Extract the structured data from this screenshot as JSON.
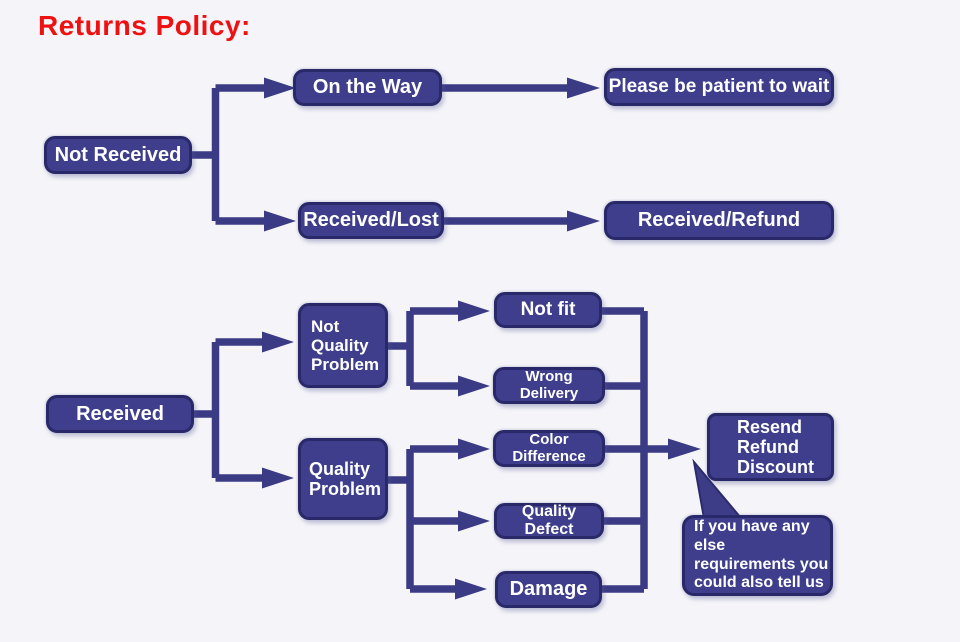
{
  "title": "Returns Policy:",
  "colors": {
    "title_red": "#ee1111",
    "node_fill": "#3e3e8c",
    "node_border": "#29296a",
    "connector": "#3b3b85",
    "background": "#f5f5f9",
    "node_text": "#ffffff"
  },
  "flow_not_received": {
    "root": "Not Received",
    "branch_on_the_way": {
      "step": "On the Way",
      "result": "Please be patient to wait"
    },
    "branch_received_lost": {
      "step": "Received/Lost",
      "result": "Received/Refund"
    }
  },
  "flow_received": {
    "root": "Received",
    "category_not_quality": {
      "lines": [
        "Not",
        "Quality",
        "Problem"
      ],
      "items": [
        "Not fit",
        "Wrong Delivery"
      ]
    },
    "category_quality": {
      "lines": [
        "Quality",
        "Problem"
      ],
      "items": [
        "Color Difference",
        "Quality Defect",
        "Damage"
      ]
    },
    "outcome_lines": [
      "Resend",
      "Refund",
      "Discount"
    ],
    "note_lines": [
      "If you have any else",
      "requirements you",
      "could also tell us"
    ]
  }
}
